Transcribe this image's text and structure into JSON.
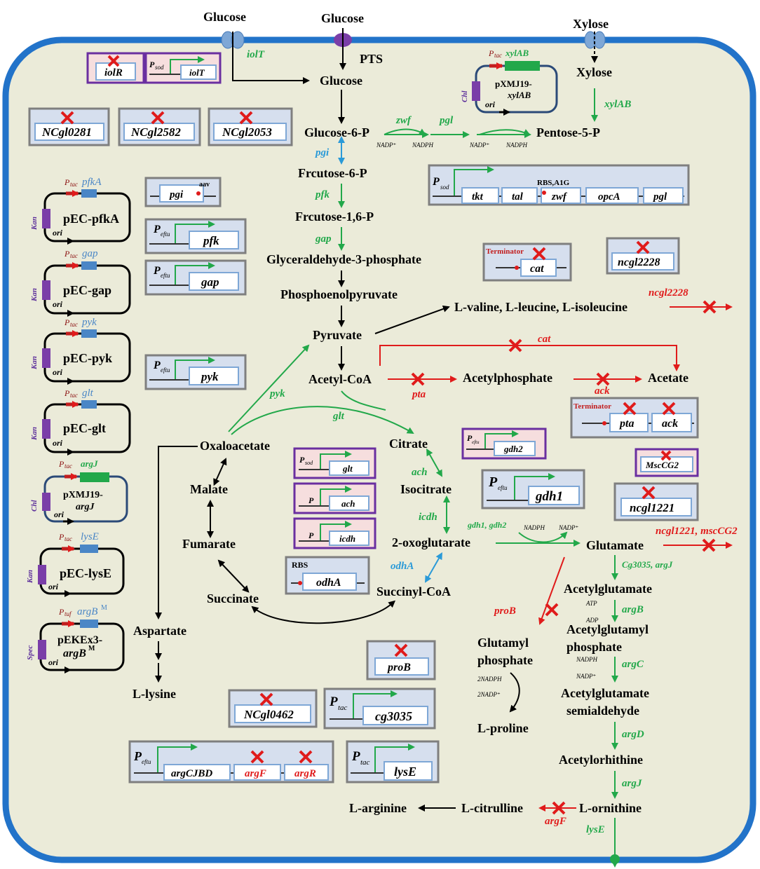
{
  "metabolites": {
    "glucose_outer_1": "Glucose",
    "glucose_outer_2": "Glucose",
    "xylose_outer": "Xylose",
    "xylose_inner": "Xylose",
    "pts": "PTS",
    "glucose": "Glucose",
    "g6p": "Glucose-6-P",
    "pentose5p": "Pentose-5-P",
    "f6p": "Frcutose-6-P",
    "f16p": "Frcutose-1,6-P",
    "g3p": "Glyceraldehyde-3-phosphate",
    "pep": "Phosphoenolpyruvate",
    "bcaa": "L-valine, L-leucine, L-isoleucine",
    "pyruvate": "Pyruvate",
    "acetylcoa": "Acetyl-CoA",
    "acetylphosphate": "Acetylphosphate",
    "acetate": "Acetate",
    "oxaloacetate": "Oxaloacetate",
    "citrate": "Citrate",
    "malate": "Malate",
    "isocitrate": "Isocitrate",
    "fumarate": "Fumarate",
    "oxoglutarate": "2-oxoglutarate",
    "glutamate": "Glutamate",
    "succinate": "Succinate",
    "succinylcoa": "Succinyl-CoA",
    "acetylglutamate": "Acetylglutamate",
    "aspartate": "Aspartate",
    "acetylglutamylphosphate_1": "Acetylglutamyl",
    "acetylglutamylphosphate_2": "phosphate",
    "glutamylphosphate_1": "Glutamyl",
    "glutamylphosphate_2": "phosphate",
    "lysine": "L-lysine",
    "acetylglutamatesemialdehyde_1": "Acetylglutamate",
    "acetylglutamatesemialdehyde_2": "semialdehyde",
    "proline": "L-proline",
    "acetylornithine": "Acetylorhithine",
    "arginine": "L-arginine",
    "citrulline": "L-citrulline",
    "ornithine": "L-ornithine"
  },
  "genes": {
    "iolT": "iolT",
    "xylAB": "xylAB",
    "zwf": "zwf",
    "pgl": "pgl",
    "pgi": "pgi",
    "pfk": "pfk",
    "gap": "gap",
    "ncgl2228_out": "ncgl2228",
    "cat": "cat",
    "pta": "pta",
    "ack": "ack",
    "pyk": "pyk",
    "glt": "glt",
    "ach": "ach",
    "icdh": "icdh",
    "gdh": "gdh1, gdh2",
    "odhA": "odhA",
    "ncgl1221_out": "ncgl1221, mscCG2",
    "cg3035_argJ": "Cg3035, argJ",
    "argB": "argB",
    "proB": "proB",
    "argC": "argC",
    "argD": "argD",
    "argJ": "argJ",
    "argF": "argF",
    "lysE": "lysE"
  },
  "cofactors": {
    "nadp_1": "NADP⁺",
    "nadph_1": "NADPH",
    "nadp_2": "NADP⁺",
    "nadph_2": "NADPH",
    "nadph_gdh": "NADPH",
    "nadp_gdh": "NADP⁺",
    "atp": "ATP",
    "adp": "ADP",
    "nadph_argC": "NADPH",
    "nadp_argC": "NADP⁺",
    "nadph2": "2NADPH",
    "nadp2": "2NADP⁺"
  },
  "boxes": {
    "iolR": "iolR",
    "psod_iolT_promoter": "P",
    "psod_iolT_sub": "sod",
    "psod_iolT_gene": "iolT",
    "ncgl0281": "NCgl0281",
    "ncgl2582": "NCgl2582",
    "ncgl2053": "NCgl2053",
    "ppp_promoter": "P",
    "ppp_sub": "sod",
    "ppp_genes": [
      "tkt",
      "tal",
      "zwf",
      "opcA",
      "pgl"
    ],
    "ppp_rbs": "RBS,A1G",
    "pgi_box": "pgi",
    "pgi_mut": "aav",
    "peftu_pfk": "pfk",
    "peftu_gap": "gap",
    "peftu_pyk": "pyk",
    "peftu_letter": "P",
    "peftu_sub": "eftu",
    "terminator_cat": "Terminator",
    "cat_box": "cat",
    "ncgl2228_box": "ncgl2228",
    "terminator_pta": "Terminator",
    "pta_box": "pta",
    "ack_box": "ack",
    "gdh2_box": "gdh2",
    "mscCG2_box": "MscCG2",
    "gdh1_box": "gdh1",
    "ncgl1221_box": "ncgl1221",
    "psod_glt": "glt",
    "psod_glt_sub": "sod",
    "p_ach": "ach",
    "p_icdh": "icdh",
    "p_letter": "P",
    "rbs_odhA": "RBS",
    "odhA_box": "odhA",
    "proB_box": "proB",
    "ncgl0462": "NCgl0462",
    "ptac_cg3035": "cg3035",
    "ptac_letter": "P",
    "ptac_sub": "tac",
    "argCJBD_genes": [
      "argCJBD",
      "argF",
      "argR"
    ],
    "ptac_lysE": "lysE"
  },
  "plasmids": {
    "pxmj19_xylab": {
      "promoter": "P",
      "promoter_sub": "tac",
      "gene": "xylAB",
      "name1": "pXMJ19-",
      "name2": "xylAB",
      "marker": "Chl",
      "ori": "ori"
    },
    "pec_pfka": {
      "promoter": "P",
      "promoter_sub": "tac",
      "gene": "pfkA",
      "name": "pEC-pfkA",
      "marker": "Kan",
      "ori": "ori"
    },
    "pec_gap": {
      "promoter": "P",
      "promoter_sub": "tac",
      "gene": "gap",
      "name": "pEC-gap",
      "marker": "Kan",
      "ori": "ori"
    },
    "pec_pyk": {
      "promoter": "P",
      "promoter_sub": "tac",
      "gene": "pyk",
      "name": "pEC-pyk",
      "marker": "Kan",
      "ori": "ori"
    },
    "pec_glt": {
      "promoter": "P",
      "promoter_sub": "tac",
      "gene": "glt",
      "name": "pEC-glt",
      "marker": "Kan",
      "ori": "ori"
    },
    "pxmj19_argj": {
      "promoter": "P",
      "promoter_sub": "tac",
      "gene": "argJ",
      "name1": "pXMJ19-",
      "name2": "argJ",
      "marker": "Chl",
      "ori": "ori"
    },
    "pec_lyse": {
      "promoter": "P",
      "promoter_sub": "tac",
      "gene": "lysE",
      "name": "pEC-lysE",
      "marker": "Kan",
      "ori": "ori"
    },
    "pekex3": {
      "promoter": "P",
      "promoter_sub": "tuf",
      "gene": "argB",
      "gene_sup": "M",
      "name1": "pEKEx3-",
      "name2": "argB",
      "name2_sup": "M",
      "marker": "Spec",
      "ori": "ori"
    }
  },
  "colors": {
    "cell_fill": "#ebebd9",
    "membrane": "#2273c9",
    "green_arrow": "#22a84a",
    "red_arrow": "#e01b1b",
    "blue_arrow": "#2a9ad8",
    "box_fill": "#d6dfee",
    "box_border": "#7f7f7f",
    "purple_border": "#6a2fa0",
    "pink_fill": "#f6dede"
  }
}
